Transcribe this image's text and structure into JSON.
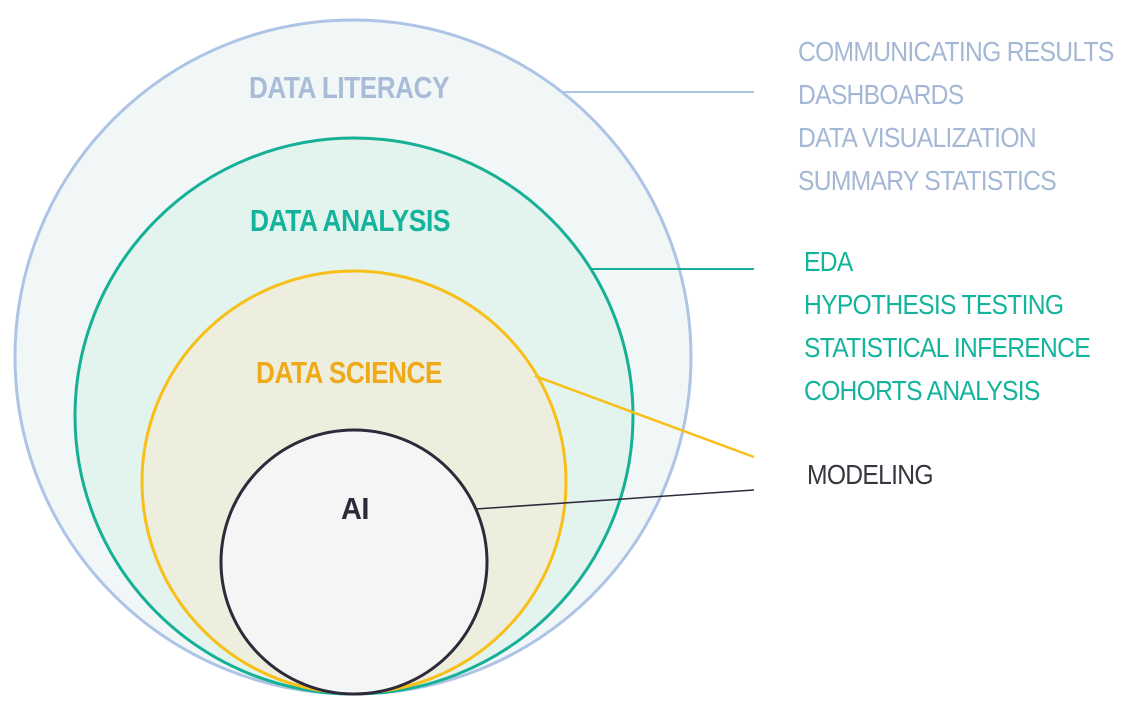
{
  "diagram": {
    "type": "nested-circles",
    "layers": [
      {
        "name": "data-literacy",
        "label": "DATA LITERACY",
        "stroke": "#aec4e6",
        "fill": "#f1f7f7",
        "text_color": "#a8bcd8",
        "items": [
          "COMMUNICATING RESULTS",
          "DASHBOARDS",
          "DATA VISUALIZATION",
          "SUMMARY STATISTICS"
        ],
        "item_color": "#a4b8d6"
      },
      {
        "name": "data-analysis",
        "label": "DATA ANALYSIS",
        "stroke": "#16b096",
        "fill": "#e3f3ee",
        "text_color": "#14b49c",
        "items": [
          "EDA",
          "HYPOTHESIS TESTING",
          "STATISTICAL INFERENCE",
          "COHORTS ANALYSIS"
        ],
        "item_color": "#14b49c"
      },
      {
        "name": "data-science",
        "label": "DATA SCIENCE",
        "stroke": "#f8bf18",
        "fill": "#eeeedf",
        "text_color": "#eeaa18",
        "items": [
          "MODELING"
        ],
        "item_color": "#3a3640"
      },
      {
        "name": "ai",
        "label": "AI",
        "stroke": "#2f2a3a",
        "fill": "#f3f6f5",
        "text_color": "#2f2a3a",
        "items": []
      }
    ]
  }
}
